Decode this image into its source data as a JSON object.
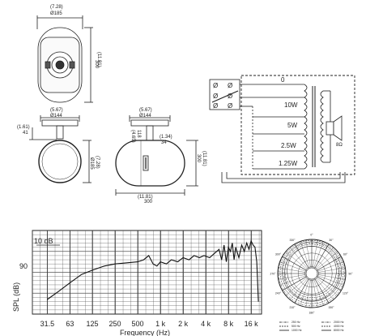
{
  "dimensions": {
    "top_view": {
      "width_in": "(7.28)",
      "width_mm": "Ø185",
      "height_in": "(11.81)",
      "height_mm": "300"
    },
    "side_view": {
      "width_in": "(5.67)",
      "width_mm": "Ø144",
      "offset_in": "(1.61)",
      "offset_mm": "41",
      "height_in": "(7.28)",
      "height_mm": "Ø185"
    },
    "front_view": {
      "width_in": "(5.67)",
      "width_mm": "Ø144",
      "a_in": "(4.65)",
      "a_mm": "118",
      "b_in": "(1.34)",
      "b_mm": "34",
      "height_in": "(11.81)",
      "height_mm": "300",
      "length_in": "(11.81)",
      "length_mm": "300"
    }
  },
  "wiring": {
    "taps": [
      "0",
      "10W",
      "5W",
      "2.5W",
      "1.25W"
    ],
    "speaker_impedance": "8Ω",
    "terminal_symbol": "Ø"
  },
  "chart_data": {
    "type": "line",
    "xlabel": "Frequency (Hz)",
    "ylabel": "SPL (dB)",
    "scale_label": "10 dB",
    "y_marker": "90",
    "x_scale": "log",
    "x_ticks": [
      "31.5",
      "63",
      "125",
      "250",
      "500",
      "1 k",
      "2 k",
      "4 k",
      "8 k",
      "16 k"
    ],
    "tick_values": [
      31.5,
      63,
      125,
      250,
      500,
      1000,
      2000,
      4000,
      8000,
      16000
    ],
    "grid": true,
    "series": [
      {
        "x": [
          31.5,
          45,
          63,
          90,
          125,
          180,
          250,
          350,
          500,
          600,
          700,
          800,
          900,
          1000,
          1200,
          1400,
          1700,
          2000,
          2400,
          2800,
          3300,
          3800,
          4500,
          5200,
          6000,
          6500,
          7000,
          7500,
          8000,
          8500,
          9000,
          9500,
          10000,
          11000,
          12000,
          13000,
          14000,
          15000,
          16000,
          17000,
          18000,
          19000,
          20000
        ],
        "y": [
          67,
          71,
          75,
          79,
          81,
          83,
          84,
          84.5,
          85,
          86,
          88,
          84,
          83,
          85,
          84,
          86,
          85,
          87,
          86,
          88,
          87,
          88,
          87,
          89,
          91,
          86,
          93,
          85,
          92,
          90,
          94,
          86,
          92,
          87,
          93,
          90,
          94,
          91,
          95,
          93,
          92,
          85,
          66
        ]
      }
    ]
  },
  "polar": {
    "angles": [
      "0°",
      "30°",
      "60°",
      "90°",
      "120°",
      "150°",
      "180°",
      "210°",
      "240°",
      "270°",
      "300°",
      "330°"
    ],
    "legend": [
      {
        "label": "250 Hz",
        "style": "dashdot"
      },
      {
        "label": "500 Hz",
        "style": "dash"
      },
      {
        "label": "1000 Hz",
        "style": "solid"
      },
      {
        "label": "2000 Hz",
        "style": "dashdot"
      },
      {
        "label": "4000 Hz",
        "style": "dash"
      },
      {
        "label": "8000 Hz",
        "style": "solid"
      }
    ]
  }
}
